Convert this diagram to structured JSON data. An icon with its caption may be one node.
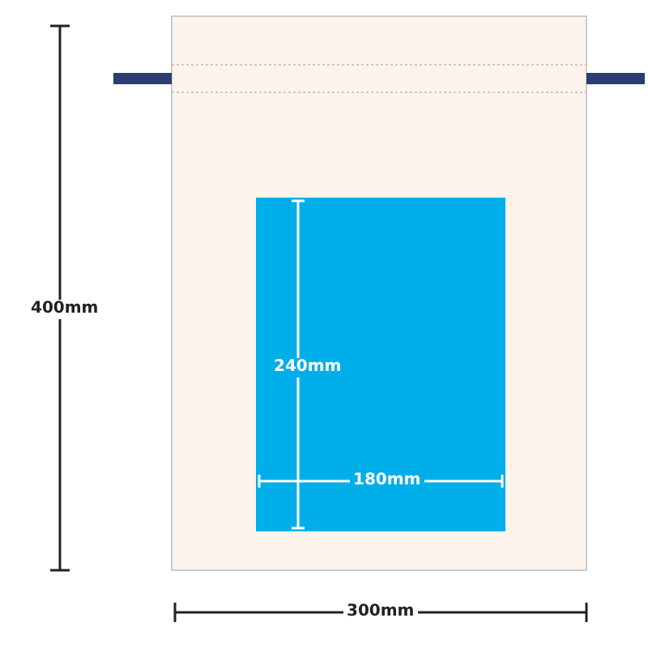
{
  "diagram": {
    "labels": [
      "400mm",
      "240mm",
      "180mm",
      "300mm"
    ]
  }
}
